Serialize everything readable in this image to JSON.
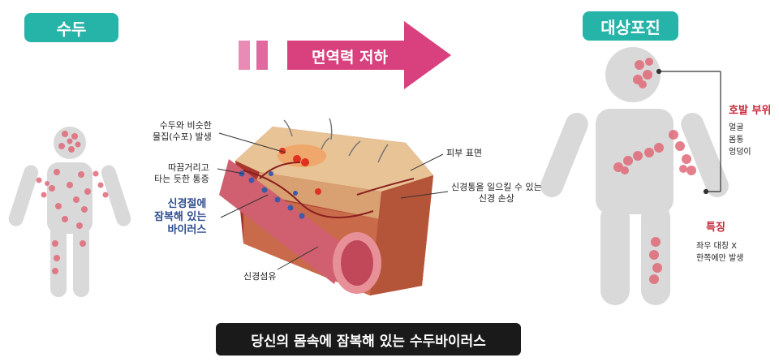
{
  "left_badge": "수두",
  "right_badge": "대상포진",
  "arrow_label": "면역력 저하",
  "annotations": {
    "blister": "수두와 비슷한\n물집(수포) 발생",
    "burning": "따끔거리고\n타는 듯한 통증",
    "ganglion": "신경절에\n잠복해 있는\n바이러스",
    "skin_surface": "피부 표면",
    "nerve_damage": "신경통을 일으킬 수 있는\n신경 손상",
    "nerve_fiber": "신경섬유"
  },
  "right_panel": {
    "site_title": "호발 부위",
    "sites": [
      "얼굴",
      "몸통",
      "엉덩이"
    ],
    "feature_title": "특징",
    "features": [
      "좌우 대칭 X",
      "한쪽에만 발생"
    ]
  },
  "bottom_caption": "당신의 몸속에 잠복해 있는 수두바이러스",
  "colors": {
    "teal": "#26b3a8",
    "arrow": "#d8417e",
    "figure": "#d9d9d9",
    "rash": "#e06a78"
  }
}
